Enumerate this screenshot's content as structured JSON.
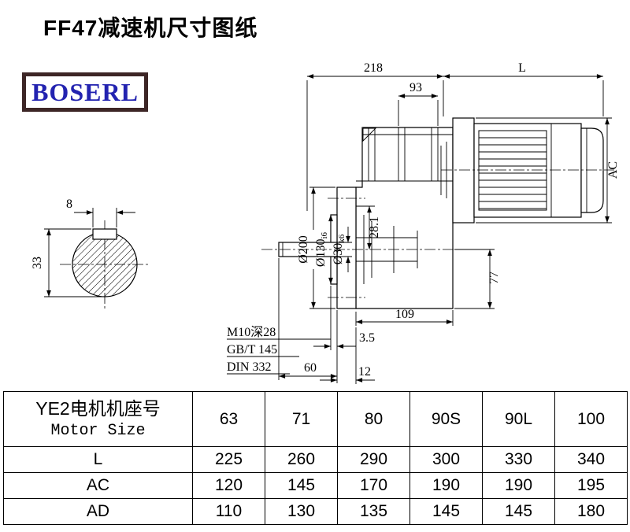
{
  "page": {
    "title": "FF47减速机尺寸图纸",
    "logo_text": "BOSERL"
  },
  "drawing": {
    "dim_218": "218",
    "dim_L": "L",
    "dim_93": "93",
    "dim_AC": "AC",
    "dim_8": "8",
    "dim_33": "33",
    "dim_d200": "Ø200",
    "dim_d130_main": "Ø130",
    "dim_d130_sub": "i6",
    "dim_d30_main": "Ø30",
    "dim_d30_sub": "k6",
    "dim_28_1": "28.1",
    "dim_77": "77",
    "dim_109": "109",
    "dim_3_5": "3.5",
    "dim_60": "60",
    "dim_12": "12",
    "note_m10": "M10深28",
    "note_gbt": "GB/T 145",
    "note_din": "DIN 332"
  },
  "table": {
    "row_header_cn": "YE2电机机座号",
    "row_header_en": "Motor Size",
    "motor_sizes": [
      "63",
      "71",
      "80",
      "90S",
      "90L",
      "100"
    ],
    "rows": [
      {
        "label": "L",
        "values": [
          "225",
          "260",
          "290",
          "300",
          "330",
          "340"
        ]
      },
      {
        "label": "AC",
        "values": [
          "120",
          "145",
          "170",
          "190",
          "190",
          "195"
        ]
      },
      {
        "label": "AD",
        "values": [
          "110",
          "130",
          "135",
          "145",
          "145",
          "180"
        ]
      }
    ]
  }
}
